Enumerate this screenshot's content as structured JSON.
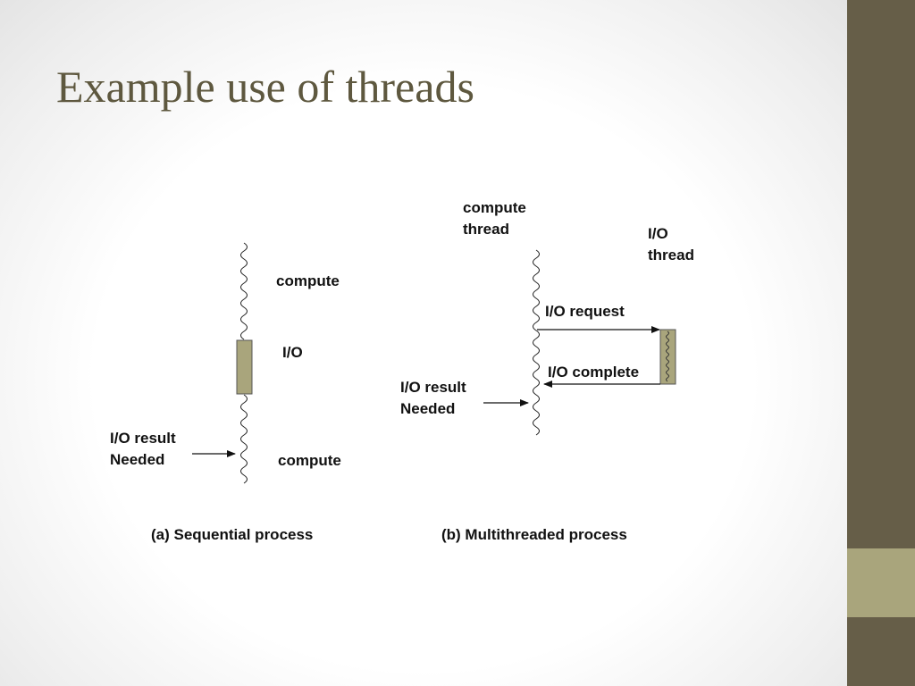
{
  "title": "Example use of threads",
  "colors": {
    "title": "#5e583f",
    "sidebar": "#665e48",
    "sidebar_accent": "#a9a57c",
    "io_block": "#a9a57c"
  },
  "sequential": {
    "compute_top": "compute",
    "io": "I/O",
    "compute_bottom": "compute",
    "io_result_line1": "I/O result",
    "io_result_line2": "Needed",
    "caption": "(a) Sequential process"
  },
  "multithreaded": {
    "compute_thread_line1": "compute",
    "compute_thread_line2": "thread",
    "io_thread_line1": "I/O",
    "io_thread_line2": "thread",
    "io_request": "I/O request",
    "io_complete": "I/O complete",
    "io_result_line1": "I/O result",
    "io_result_line2": "Needed",
    "caption": "(b) Multithreaded process"
  }
}
